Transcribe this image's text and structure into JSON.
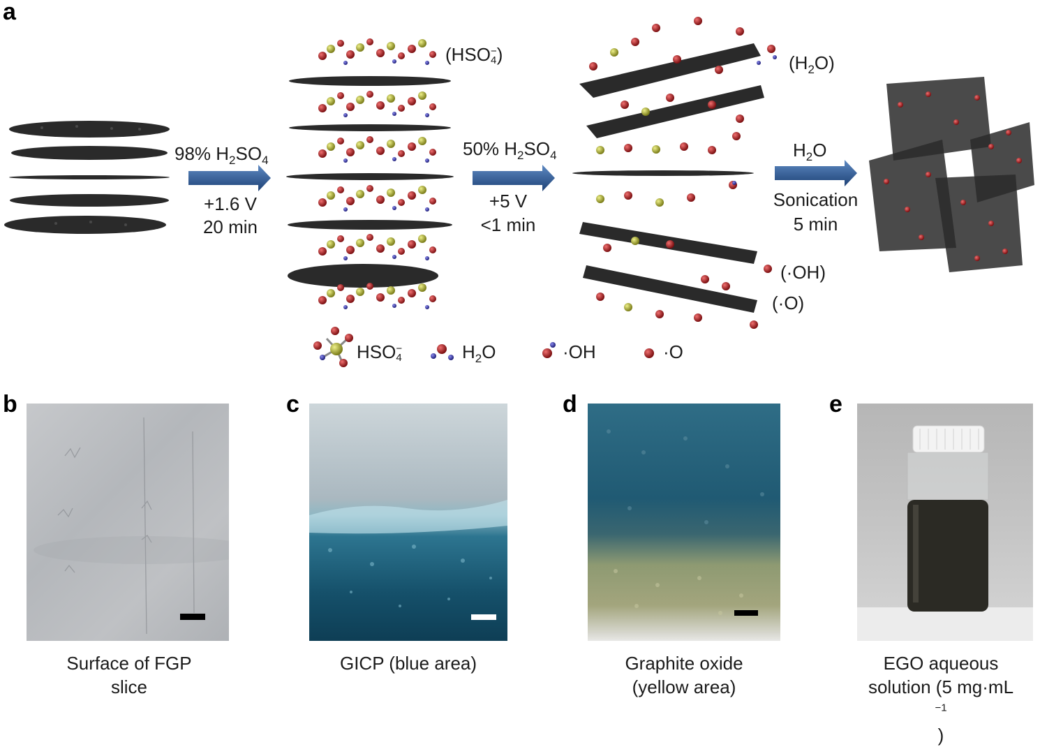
{
  "panels": {
    "a": "a",
    "b": "b",
    "c": "c",
    "d": "d",
    "e": "e"
  },
  "step1": {
    "reagent_prefix": "98% H",
    "reagent_sub1": "2",
    "reagent_mid": "SO",
    "reagent_sub2": "4",
    "voltage": "+1.6 V",
    "time": "20 min"
  },
  "step2": {
    "reagent_prefix": "50% H",
    "reagent_sub1": "2",
    "reagent_mid": "SO",
    "reagent_sub2": "4",
    "voltage": "+5 V",
    "time": "<1 min"
  },
  "step3": {
    "reagent_prefix": "H",
    "reagent_sub1": "2",
    "reagent_mid": "O",
    "process": "Sonication",
    "time": "5 min"
  },
  "labels": {
    "hso4_open": "(HSO",
    "hso4_sub": "4",
    "hso4_sup": "−",
    "hso4_close": ")",
    "h2o_open": "(H",
    "h2o_sub": "2",
    "h2o_close": "O)",
    "oh": "(·OH)",
    "o": "(·O)"
  },
  "legend": {
    "hso4_main": "HSO",
    "hso4_sub": "4",
    "hso4_sup": "−",
    "h2o_main": "H",
    "h2o_sub": "2",
    "h2o_end": "O",
    "oh": "·OH",
    "o": "·O"
  },
  "captions": {
    "b_line1": "Surface of FGP",
    "b_line2": "slice",
    "c_line1": "GICP (blue area)",
    "d_line1": "Graphite oxide",
    "d_line2": "(yellow area)",
    "e_line1": "EGO aqueous",
    "e_line2_pre": "solution (5 mg·mL",
    "e_line2_sup": "−1",
    "e_line2_post": ")"
  },
  "colors": {
    "carbon": "#2a2a2a",
    "oxygen": "#b8282a",
    "sulfur": "#b9bb3a",
    "hydrogen": "#3a3aa8",
    "arrow": "#2f5c96",
    "arrow_light": "#5d89c2"
  }
}
